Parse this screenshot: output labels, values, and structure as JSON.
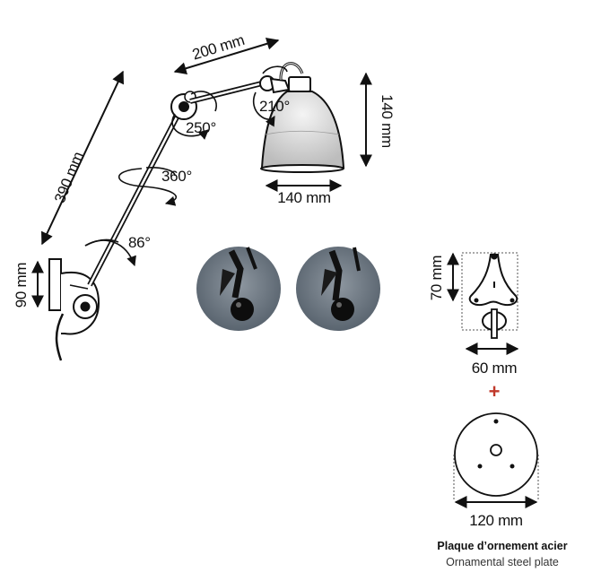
{
  "dimensions": {
    "arm_length": "390 mm",
    "upper_arm": "200 mm",
    "shade_height": "140 mm",
    "shade_width": "140 mm",
    "base_height": "90 mm",
    "plate_height": "70 mm",
    "plate_width": "60 mm",
    "rosette_diameter": "120 mm"
  },
  "angles": {
    "head": "210°",
    "elbow": "250°",
    "rotation": "360°",
    "base": "86°"
  },
  "plus_sign": "+",
  "caption": {
    "french": "Plaque d’ornement acier",
    "english": "Ornamental steel plate"
  },
  "colors": {
    "line": "#111111",
    "accent_plus": "#c0392b",
    "photo_bg": "#6f7882"
  }
}
